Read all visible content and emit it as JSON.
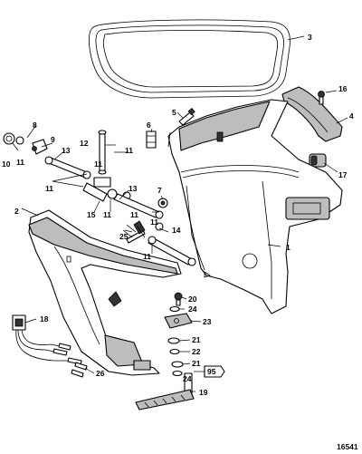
{
  "diagram": {
    "callouts": [
      "1",
      "2",
      "3",
      "4",
      "5",
      "6",
      "7",
      "8",
      "9",
      "10",
      "11",
      "11",
      "11",
      "11",
      "11",
      "11",
      "11",
      "11",
      "12",
      "13",
      "13",
      "14",
      "15",
      "16",
      "17",
      "18",
      "19",
      "20",
      "21",
      "21",
      "22",
      "23",
      "24",
      "24",
      "25",
      "26"
    ],
    "figure_number": "16541",
    "tag_95": "95"
  }
}
